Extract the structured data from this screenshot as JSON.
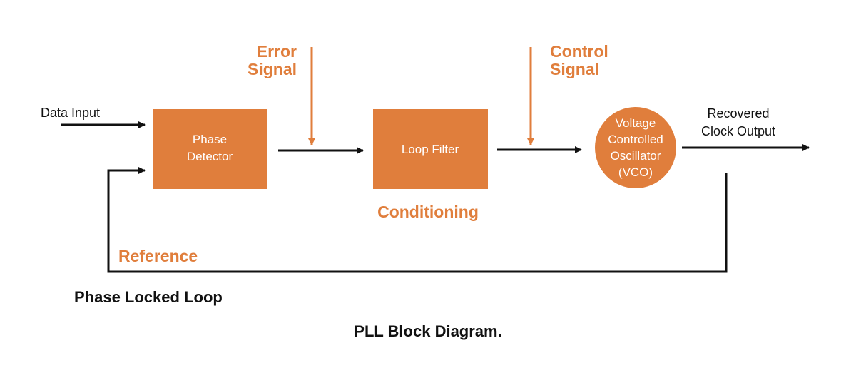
{
  "colors": {
    "accent": "#e07e3c",
    "line": "#111111",
    "background": "#ffffff"
  },
  "blocks": {
    "phase_detector": {
      "line1": "Phase",
      "line2": "Detector"
    },
    "loop_filter": {
      "label": "Loop Filter"
    },
    "vco": {
      "line1": "Voltage",
      "line2": "Controlled",
      "line3": "Oscillator",
      "line4": "(VCO)"
    }
  },
  "labels": {
    "data_input": "Data Input",
    "recovered_line1": "Recovered",
    "recovered_line2": "Clock Output",
    "error_line1": "Error",
    "error_line2": "Signal",
    "control_line1": "Control",
    "control_line2": "Signal",
    "conditioning": "Conditioning",
    "reference": "Reference"
  },
  "captions": {
    "subtitle": "Phase Locked Loop",
    "title": "PLL Block Diagram."
  }
}
